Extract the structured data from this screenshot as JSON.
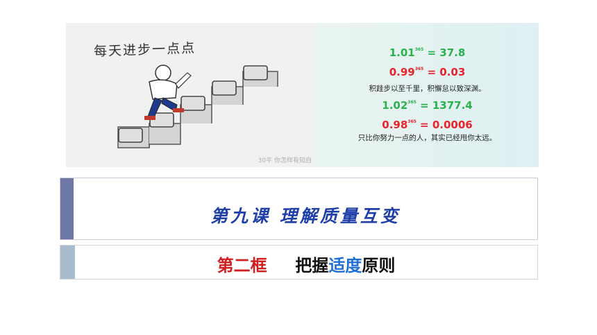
{
  "banner": {
    "handwritten_title": "每天进步一点点",
    "watermark": "30平 你怎样有知自",
    "equations": [
      {
        "base": "1.01",
        "exp": "365",
        "result": "= 37.8",
        "color": "#2bb24c"
      },
      {
        "base": "0.99",
        "exp": "365",
        "result": "= 0.03",
        "color": "#e8232b"
      },
      {
        "base": "1.02",
        "exp": "365",
        "result": "= 1377.4",
        "color": "#2bb24c"
      },
      {
        "base": "0.98",
        "exp": "365",
        "result": "= 0.0006",
        "color": "#e8232b"
      }
    ],
    "caption1": "积跬步以至千里，积懈怠以致深渊。",
    "caption2": "只比你努力一点的人，其实已经甩你太远。"
  },
  "title": {
    "text": "第九课    理解质量互变"
  },
  "subtitle": {
    "part1": "第二框",
    "part2": "把握",
    "part3": "适度",
    "part4": "原则"
  }
}
